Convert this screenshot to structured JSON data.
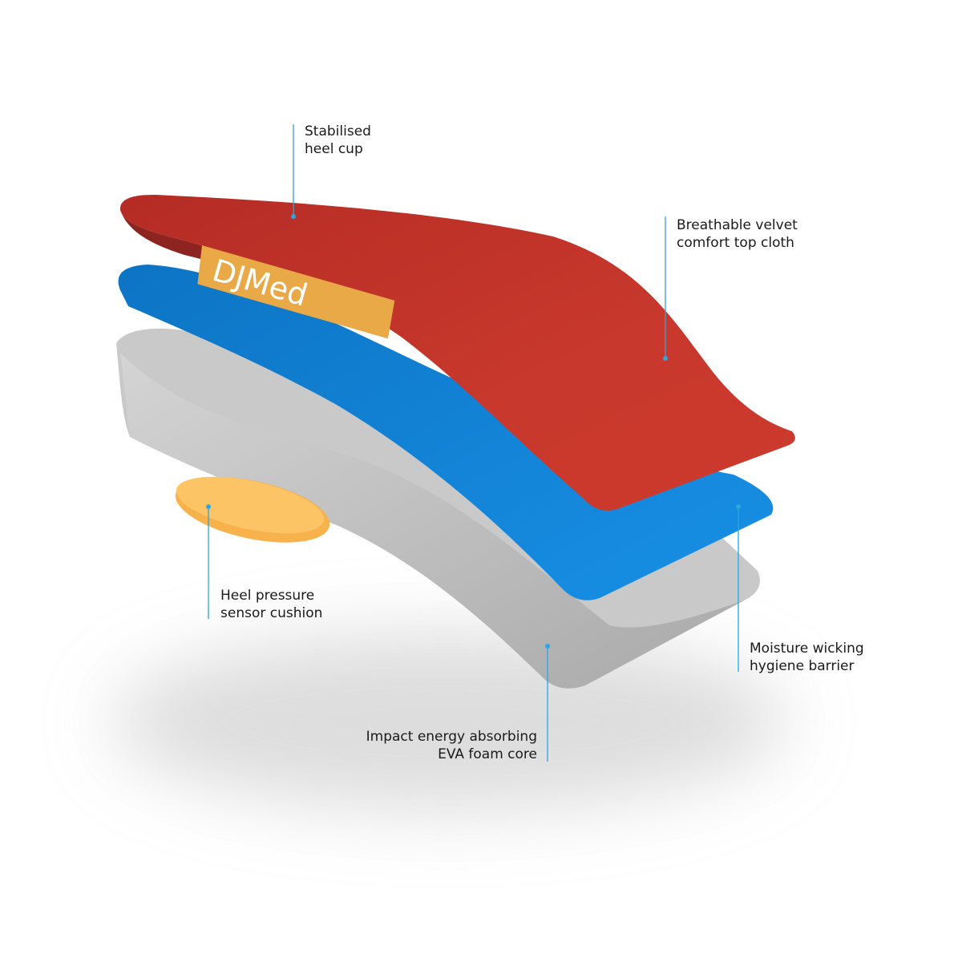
{
  "logo": {
    "text": "DJMed"
  },
  "colors": {
    "top_cloth": "#c8382c",
    "barrier": "#1486d8",
    "foam": "#b8b8b8",
    "cushion": "#fdbf5a",
    "leader": "#2aa6e0"
  },
  "callouts": [
    {
      "id": "heel-cup",
      "lines": [
        "Stabilised",
        "heel cup"
      ]
    },
    {
      "id": "top-cloth",
      "lines": [
        "Breathable velvet",
        "comfort top cloth"
      ]
    },
    {
      "id": "heel-cushion",
      "lines": [
        "Heel pressure",
        "sensor cushion"
      ]
    },
    {
      "id": "hygiene-barrier",
      "lines": [
        "Moisture wicking",
        "hygiene barrier"
      ]
    },
    {
      "id": "foam-core",
      "lines": [
        "Impact energy absorbing",
        "EVA foam core"
      ]
    }
  ]
}
